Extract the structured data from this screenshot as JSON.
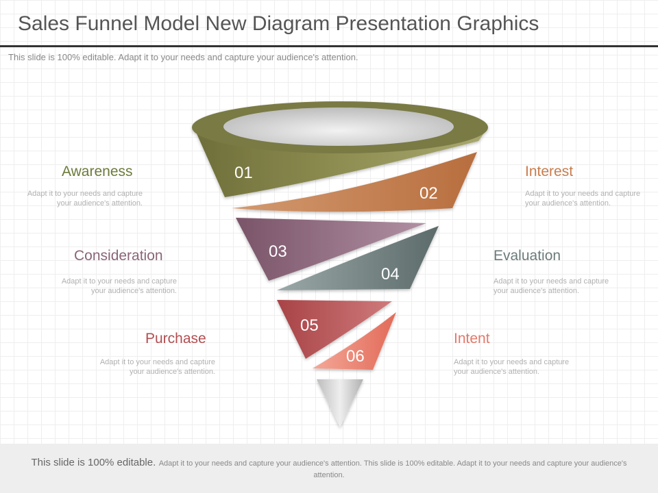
{
  "header": {
    "title": "Sales Funnel Model New Diagram Presentation Graphics",
    "subtitle": "This slide is 100% editable. Adapt it to your needs and capture your audience's attention."
  },
  "stages": [
    {
      "number": "01",
      "label": "Awareness",
      "description": "Adapt it to your needs and capture your audience's attention.",
      "color": "#7a7a40"
    },
    {
      "number": "02",
      "label": "Interest",
      "description": "Adapt it to your needs and capture your audience's attention.",
      "color": "#c87c4c"
    },
    {
      "number": "03",
      "label": "Consideration",
      "description": "Adapt it to your needs and capture your audience's attention.",
      "color": "#8a6478"
    },
    {
      "number": "04",
      "label": "Evaluation",
      "description": "Adapt it to your needs and capture your audience's attention.",
      "color": "#6b7a7a"
    },
    {
      "number": "05",
      "label": "Purchase",
      "description": "Adapt it to your needs and capture your audience's attention.",
      "color": "#b24e50"
    },
    {
      "number": "06",
      "label": "Intent",
      "description": "Adapt it to your needs and capture your audience's attention.",
      "color": "#e4786a"
    }
  ],
  "footer": {
    "lead": "This slide is 100% editable.",
    "rest": "Adapt it to your needs and capture your audience's attention. This slide is 100% editable. Adapt it to your needs and capture your audience's attention."
  }
}
